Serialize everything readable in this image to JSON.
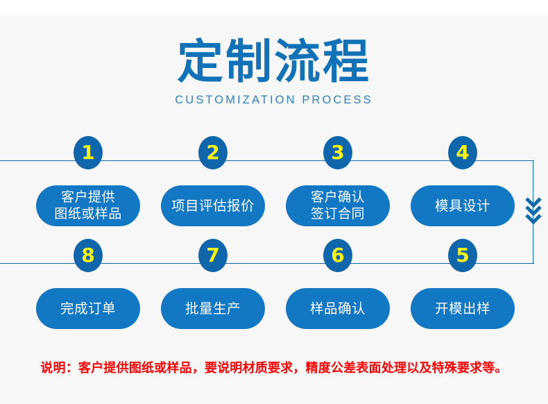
{
  "header": {
    "title": "定制流程",
    "subtitle": "CUSTOMIZATION PROCESS"
  },
  "colors": {
    "background": "#f7f7f7",
    "top_band": "#ffffff",
    "title_blue": "#1272b8",
    "subtitle_blue": "#2e7fbd",
    "pill_blue": "#1378c4",
    "circle_blue": "#0f66ab",
    "number_yellow": "#fbf318",
    "line_blue": "#1269ab",
    "note_red": "#fc0404"
  },
  "flow": {
    "rows": [
      {
        "row_name": "row-1",
        "steps": [
          {
            "number": "1",
            "lines": [
              "客户提供",
              "图纸或样品"
            ]
          },
          {
            "number": "2",
            "lines": [
              "项目评估报价"
            ]
          },
          {
            "number": "3",
            "lines": [
              "客户确认",
              "签订合同"
            ]
          },
          {
            "number": "4",
            "lines": [
              "模具设计"
            ]
          }
        ]
      },
      {
        "row_name": "row-2",
        "steps": [
          {
            "number": "8",
            "lines": [
              "完成订单"
            ]
          },
          {
            "number": "7",
            "lines": [
              "批量生产"
            ]
          },
          {
            "number": "6",
            "lines": [
              "样品确认"
            ]
          },
          {
            "number": "5",
            "lines": [
              "开模出样"
            ]
          }
        ]
      }
    ],
    "connector": {
      "icon": "triple-chevron-down-icon",
      "direction": "down"
    }
  },
  "footer": {
    "note": "说明：客户提供图纸或样品，要说明材质要求，精度公差表面处理以及特殊要求等。"
  }
}
